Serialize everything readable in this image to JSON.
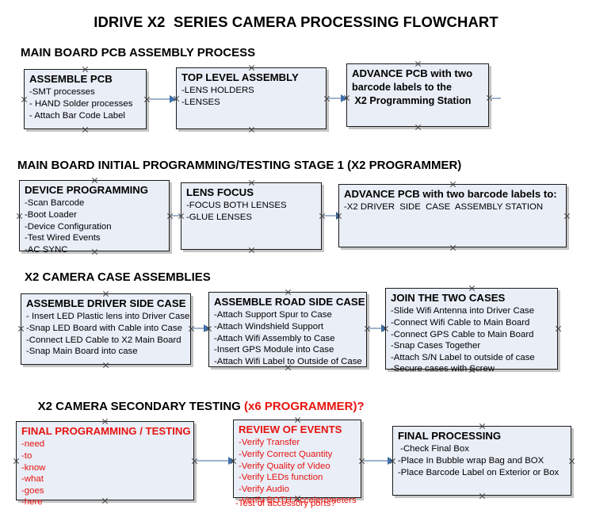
{
  "document": {
    "title": "IDRIVE X2  SERIES CAMERA PROCESSING FLOWCHART"
  },
  "colors": {
    "box_fill": "#e9eef7",
    "box_border": "#1b1b1b",
    "accent_red": "#e8130f",
    "arrow_shaft": "#9fb4cc",
    "arrow_head": "#3f6fa8"
  },
  "sections": [
    {
      "id": "main-board-pcb-assembly-process",
      "title": "MAIN BOARD PCB ASSEMBLY PROCESS",
      "title_accent": "",
      "boxes": [
        {
          "id": "assemble-pcb",
          "header": "ASSEMBLE PCB",
          "lines": [
            "-SMT processes",
            "- HAND Solder processes",
            "- Attach Bar Code Label"
          ]
        },
        {
          "id": "top-level-assembly",
          "header": "TOP LEVEL ASSEMBLY",
          "lines": [
            "-LENS HOLDERS",
            "-LENSES"
          ]
        },
        {
          "id": "advance-pcb-to-programming-station",
          "header": "ADVANCE PCB with two",
          "lines": [
            "barcode labels to the",
            " X2 Programming Station"
          ]
        }
      ]
    },
    {
      "id": "main-board-initial-programming-testing-stage-1",
      "title": "MAIN BOARD INITIAL PROGRAMMING/TESTING STAGE 1 (X2 PROGRAMMER)",
      "title_accent": "",
      "boxes": [
        {
          "id": "device-programming",
          "header": "DEVICE PROGRAMMING",
          "lines": [
            "-Scan Barcode",
            "-Boot Loader",
            "-Device Configuration",
            "-Test Wired Events",
            "-AC SYNC"
          ]
        },
        {
          "id": "lens-focus",
          "header": "LENS FOCUS",
          "lines": [
            "-FOCUS BOTH LENSES",
            "-GLUE LENSES"
          ]
        },
        {
          "id": "advance-pcb-to-driver-side-case-assembly",
          "header": "ADVANCE PCB with two barcode labels to:",
          "lines": [
            "-X2 DRIVER  SIDE  CASE  ASSEMBLY STATION"
          ]
        }
      ]
    },
    {
      "id": "x2-camera-case-assemblies",
      "title": "X2 CAMERA CASE ASSEMBLIES",
      "title_accent": "",
      "boxes": [
        {
          "id": "assemble-driver-side-case",
          "header": "ASSEMBLE DRIVER SIDE CASE",
          "lines": [
            "- Insert LED Plastic lens into Driver Case",
            "-Snap LED Board with Cable into Case",
            "-Connect LED Cable to X2 Main Board",
            "-Snap Main Board into case"
          ]
        },
        {
          "id": "assemble-road-side-case",
          "header": "ASSEMBLE ROAD SIDE CASE",
          "lines": [
            "-Attach Support Spur to Case",
            "-Attach Windshield Support",
            "-Attach Wifi Assembly to Case",
            "-Insert GPS Module into Case",
            "-Attach Wifi Label to Outside of Case"
          ]
        },
        {
          "id": "join-the-two-cases",
          "header": "JOIN THE TWO CASES",
          "lines": [
            "-Slide Wifi Antenna into Driver Case",
            "-Connect Wifi Cable to Main Board",
            "-Connect GPS Cable to Main Board",
            "-Snap Cases Together",
            "-Attach S/N Label to outside of case",
            "-Secure cases with Screw"
          ]
        }
      ]
    },
    {
      "id": "x2-camera-secondary-testing",
      "title": "X2 CAMERA SECONDARY TESTING ",
      "title_accent": "(x6 PROGRAMMER)?",
      "boxes": [
        {
          "id": "final-programming-testing",
          "header": "FINAL PROGRAMMING / TESTING",
          "lines": [
            "-need",
            "-to",
            "-know",
            "-what",
            "-goes",
            "-here"
          ]
        },
        {
          "id": "review-of-events",
          "header": "REVIEW OF EVENTS",
          "lines": [
            "-Verify Transfer",
            "-Verify Correct Quantity",
            "-Verify Quality of Video",
            "-Verify LEDs function",
            "-Verify Audio",
            "-Verify BOTH Accelerometers"
          ],
          "overflow_line": "-Test of accessory ports?"
        },
        {
          "id": "final-processing",
          "header": "FINAL PROCESSING",
          "lines": [
            " -Check Final Box",
            "-Place In Bubble wrap Bag and BOX",
            "-Place Barcode Label on Exterior or Box"
          ]
        }
      ]
    }
  ]
}
